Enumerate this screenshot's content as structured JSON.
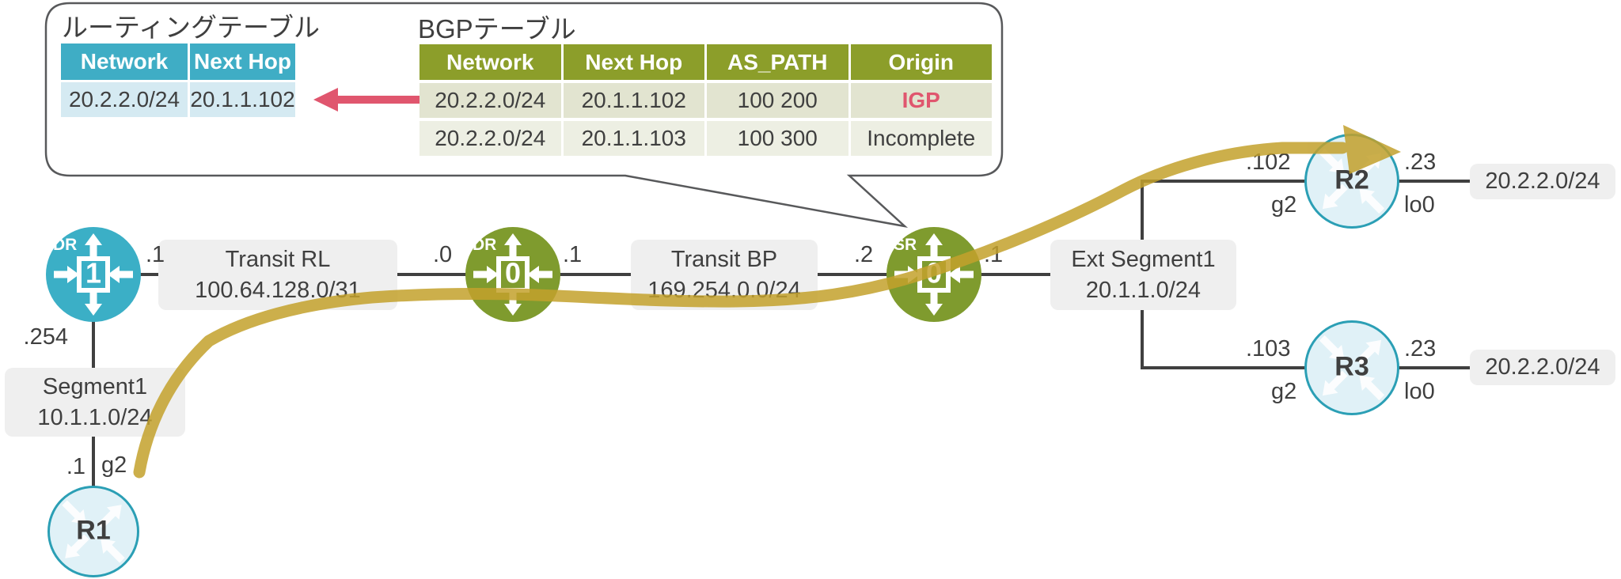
{
  "callout": {
    "routing_table": {
      "title": "ルーティングテーブル",
      "headers": [
        "Network",
        "Next Hop"
      ],
      "rows": [
        [
          "20.2.2.0/24",
          "20.1.1.102"
        ]
      ]
    },
    "bgp_table": {
      "title": "BGPテーブル",
      "headers": [
        "Network",
        "Next Hop",
        "AS_PATH",
        "Origin"
      ],
      "rows": [
        [
          "20.2.2.0/24",
          "20.1.1.102",
          "100 200",
          "IGP"
        ],
        [
          "20.2.2.0/24",
          "20.1.1.103",
          "100 300",
          "Incomplete"
        ]
      ]
    }
  },
  "nodes": {
    "dr1": {
      "badge": "DR",
      "id": "1"
    },
    "dr0": {
      "badge": "DR",
      "id": "0"
    },
    "sr0": {
      "badge": "SR",
      "id": "0"
    },
    "r1": {
      "label": "R1"
    },
    "r2": {
      "label": "R2"
    },
    "r3": {
      "label": "R3"
    }
  },
  "segments": {
    "transit_rl": {
      "name": "Transit RL",
      "subnet": "100.64.128.0/31"
    },
    "transit_bp": {
      "name": "Transit BP",
      "subnet": "169.254.0.0/24"
    },
    "segment1": {
      "name": "Segment1",
      "subnet": "10.1.1.0/24"
    },
    "ext_segment1": {
      "name": "Ext Segment1",
      "subnet": "20.1.1.0/24"
    },
    "r2_network": "20.2.2.0/24",
    "r3_network": "20.2.2.0/24"
  },
  "interfaces": {
    "dr1_right": ".1",
    "dr1_down": ".254",
    "dr0_left": ".0",
    "dr0_right": ".1",
    "sr0_left": ".2",
    "sr0_right": ".1",
    "r1_left": ".1",
    "r1_port": "g2",
    "r2_left_top": ".102",
    "r2_left_bottom": "g2",
    "r2_right_top": ".23",
    "r2_right_bottom": "lo0",
    "r3_left_top": ".103",
    "r3_left_bottom": "g2",
    "r3_right_top": ".23",
    "r3_right_bottom": "lo0"
  },
  "colors": {
    "teal": "#3bafc6",
    "olive": "#7f9b2e",
    "table_header_teal": "#3fadc5",
    "table_header_olive": "#8c9e2a",
    "row_blue": "#d5eaf2",
    "row_olive_dark": "#e2e4d0",
    "row_olive_light": "#edefe3",
    "pink": "#e0566e",
    "gold_path": "#c3a12c",
    "edge_router_fill": "#e0f1f7",
    "edge_router_border": "#2b9fb5",
    "line": "#404040",
    "label_box": "#efefef"
  }
}
